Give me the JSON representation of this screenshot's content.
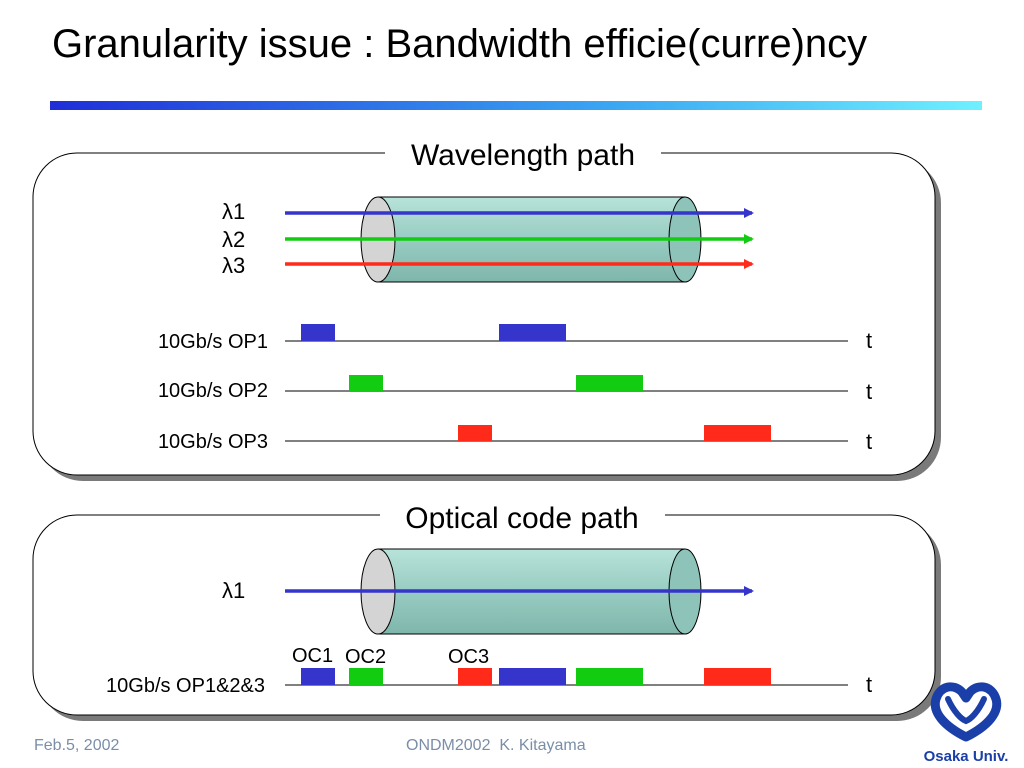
{
  "slide": {
    "title": "Granularity issue : Bandwidth efficie(curre)ncy"
  },
  "wavelength_panel": {
    "heading": "Wavelength path",
    "lambda_labels": [
      "λ1",
      "λ2",
      "λ3"
    ],
    "rows": [
      {
        "label": "10Gb/s OP1",
        "t": "t"
      },
      {
        "label": "10Gb/s OP2",
        "t": "t"
      },
      {
        "label": "10Gb/s OP3",
        "t": "t"
      }
    ]
  },
  "optical_panel": {
    "heading": "Optical code path",
    "lambda_label": "λ1",
    "codes": [
      "OC1",
      "OC2",
      "OC3"
    ],
    "row": {
      "label": "10Gb/s OP1&2&3",
      "t": "t"
    }
  },
  "colors": {
    "ch1": "#3535cc",
    "ch2": "#11cc11",
    "ch3": "#ff2a1a",
    "fiber": "#98ccc2",
    "title_bar_start": "#1f2ed8",
    "title_bar_end": "#6ff0ff"
  },
  "logo": {
    "text": "Osaka Univ.",
    "color": "#1a3fa8"
  },
  "footer": {
    "date": "Feb.5, 2002",
    "center": "ONDM2002  K. Kitayama"
  }
}
